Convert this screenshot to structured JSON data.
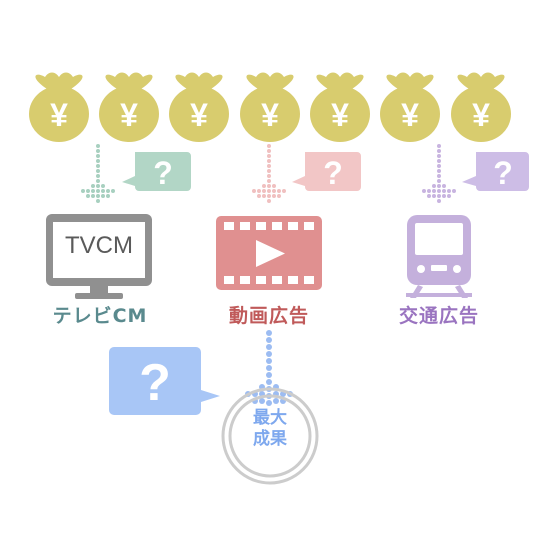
{
  "money_bag": {
    "symbol": "¥",
    "count": 7
  },
  "question_mark": "?",
  "tv": {
    "screen_text": "TVCM"
  },
  "channels": [
    {
      "label": "テレビCM"
    },
    {
      "label": "動画広告"
    },
    {
      "label": "交通広告"
    }
  ],
  "result": {
    "line1": "最大",
    "line2": "成果"
  },
  "colors": {
    "bag": "#d8cc6e",
    "tv": "#909090",
    "video": "#e09090",
    "train": "#c4b0dc",
    "tv_label": "#5a8a8e",
    "video_label": "#c05a5a",
    "train_label": "#9a74c0",
    "bubble_green": "#b2d6c6",
    "bubble_pink": "#f2c6c6",
    "bubble_purple": "#cdbde6",
    "bubble_blue": "#a8c6f6",
    "dots_green": "#a8d0c0",
    "dots_pink": "#f0c0c0",
    "dots_purple": "#c8b4e0",
    "dots_blue": "#9cbcf2",
    "circle": "#cccccc"
  }
}
